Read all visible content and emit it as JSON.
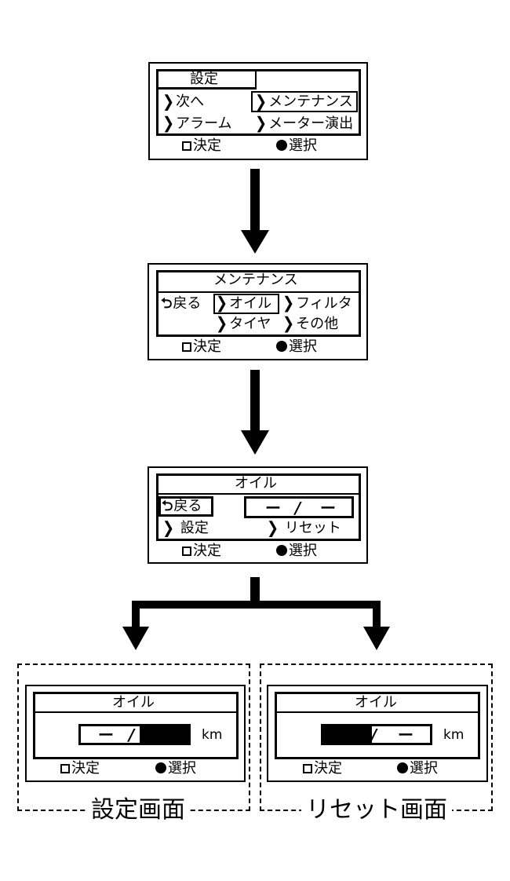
{
  "screens": {
    "settings": {
      "title": "設定",
      "items": [
        {
          "label": "次へ",
          "selected": false
        },
        {
          "label": "メンテナンス",
          "selected": true
        },
        {
          "label": "アラーム",
          "selected": false
        },
        {
          "label": "メーター演出",
          "selected": false
        }
      ],
      "footer": {
        "confirm": "決定",
        "select": "選択"
      }
    },
    "maintenance": {
      "title": "メンテナンス",
      "back": "戻る",
      "items": [
        {
          "label": "オイル",
          "selected": true
        },
        {
          "label": "フィルタ",
          "selected": false
        },
        {
          "label": "タイヤ",
          "selected": false
        },
        {
          "label": "その他",
          "selected": false
        }
      ],
      "footer": {
        "confirm": "決定",
        "select": "選択"
      }
    },
    "oil": {
      "title": "オイル",
      "back": "戻る",
      "back_selected": true,
      "value_left": "ー",
      "value_sep": "/",
      "value_right": "ー",
      "items": [
        {
          "label": "設定"
        },
        {
          "label": "リセット"
        }
      ],
      "footer": {
        "confirm": "決定",
        "select": "選択"
      }
    },
    "oil_setting": {
      "title": "オイル",
      "value_left": "ー",
      "value_sep": "/",
      "highlighted_part": "right",
      "unit": "km",
      "footer": {
        "confirm": "決定",
        "select": "選択"
      },
      "caption": "設定画面"
    },
    "oil_reset": {
      "title": "オイル",
      "value_sep": "/",
      "value_right": "ー",
      "highlighted_part": "left",
      "unit": "km",
      "footer": {
        "confirm": "決定",
        "select": "選択"
      },
      "caption": "リセット画面"
    }
  },
  "icons": {
    "chevron": "chevron-right-icon",
    "back": "return-arrow-icon",
    "confirm": "square-button-icon",
    "select": "filled-circle-icon"
  },
  "glyphs": {
    "chevron": "❯",
    "back": "⮌"
  }
}
